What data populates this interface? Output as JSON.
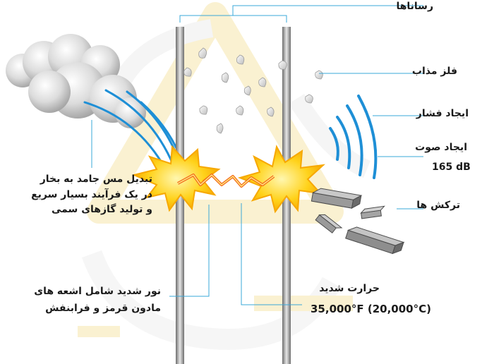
{
  "labels": {
    "conductors": "رسانا‌ها",
    "molten_metal": "فلز مذاب",
    "pressure": "ایجاد فشار",
    "sound_title": "ایجاد صوت",
    "sound_value": "165 dB",
    "shrapnel": "ترکش ها",
    "copper_lines": [
      "تبدیل مس جامد به بخار",
      "در یک فرآیند بسیار سریع",
      "و تولید گازهای سمی"
    ],
    "light_lines": [
      "نور شدید شامل اشعه های",
      "مادون قرمز و فرابنفش"
    ],
    "heat_title": "حرارت شدید",
    "heat_value": "35,000°F  (20,000°C)"
  },
  "colors": {
    "leader": "#3aa8d8",
    "sound_wave": "#1e8fd6",
    "conductor": "#9a9a9a",
    "flash": "#ffd21a",
    "flash_edge": "#f7a800",
    "arc": "#f26a1b",
    "cloud": "#d6d6d6",
    "debris": "#8c8c8c",
    "watermark": "#f5e4a8"
  }
}
